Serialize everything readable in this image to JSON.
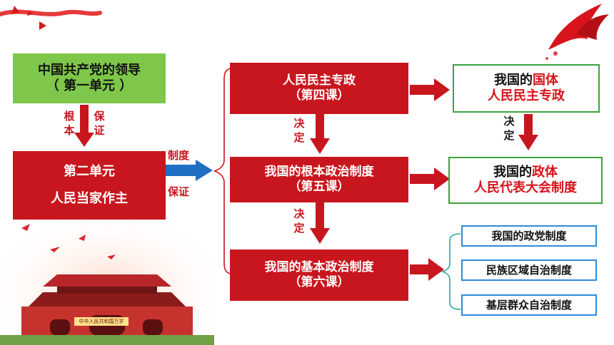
{
  "unit1": {
    "line1": "中国共产党的领导",
    "line2": "（ 第一单元 ）"
  },
  "rel_left": {
    "left": "根本",
    "right": "保证"
  },
  "unit2": {
    "line1": "第二单元",
    "line2": "人民当家作主"
  },
  "mid_arrow": {
    "top": "制度",
    "bottom": "保证"
  },
  "lesson4": {
    "line1": "人民民主专政",
    "line2": "（第四课）"
  },
  "lesson5": {
    "line1": "我国的根本政治制度",
    "line2": "（第五课）"
  },
  "lesson6": {
    "line1": "我国的基本政治制度",
    "line2": "（第六课）"
  },
  "decide1": "决定",
  "decide2": "决定",
  "decide3": "决定",
  "guoti": {
    "prefix": "我国的",
    "highlight": "国体",
    "line2": "人民民主专政"
  },
  "zhengti": {
    "prefix": "我国的",
    "highlight": "政体",
    "line2": "人民代表大会制度"
  },
  "basic_systems": [
    "我国的政党制度",
    "民族区域自治制度",
    "基层群众自治制度"
  ],
  "gate_plaque": "中华人民共和国万岁",
  "colors": {
    "red": "#c8161e",
    "green": "#7ec74a",
    "green_border": "#3da33d",
    "blue_border": "#2e8ad8",
    "blue_arrow": "#1f6fc5",
    "teal_bracket": "#2aa7a3"
  }
}
